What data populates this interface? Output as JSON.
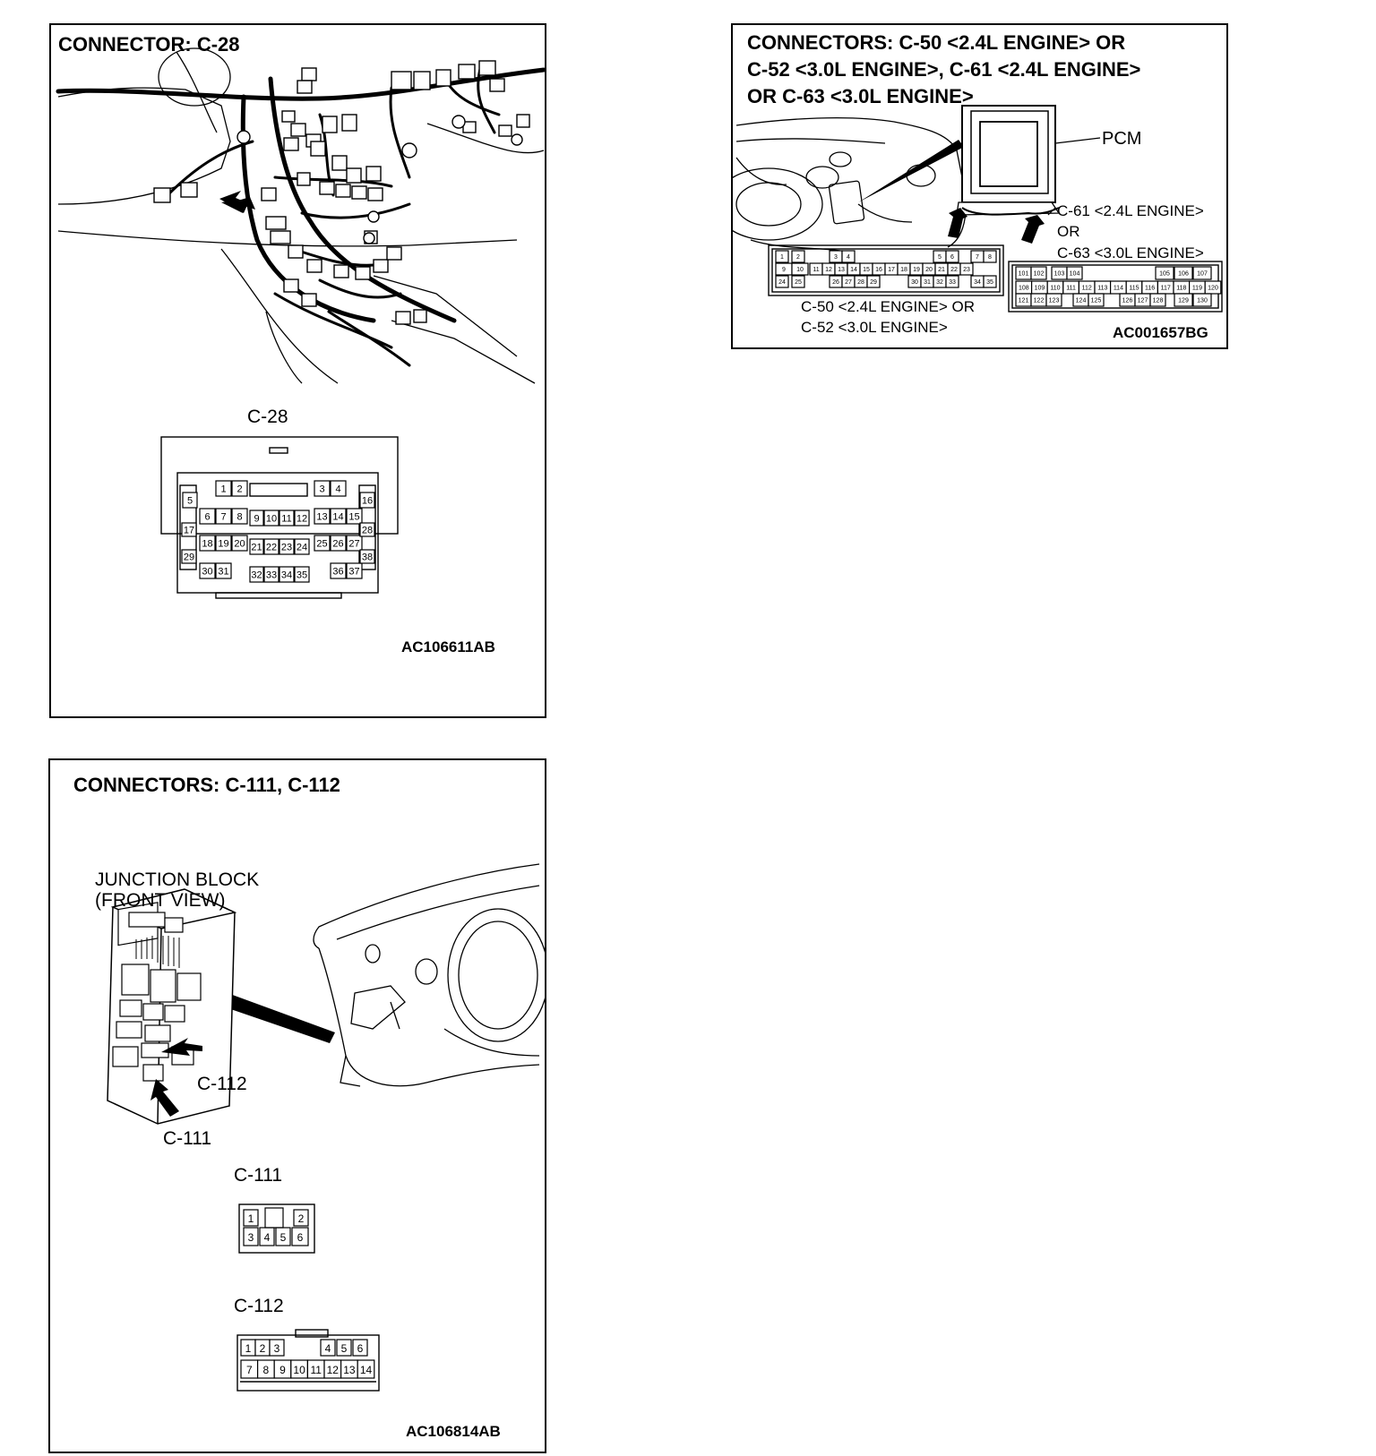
{
  "c28_panel": {
    "title": "CONNECTOR: C-28",
    "connector_label": "C-28",
    "ref_code": "AC106611AB",
    "pins": [
      "1",
      "2",
      "3",
      "4",
      "5",
      "6",
      "7",
      "8",
      "9",
      "10",
      "11",
      "12",
      "13",
      "14",
      "15",
      "16",
      "17",
      "18",
      "19",
      "20",
      "21",
      "22",
      "23",
      "24",
      "25",
      "26",
      "27",
      "28",
      "29",
      "30",
      "31",
      "32",
      "33",
      "34",
      "35",
      "36",
      "37",
      "38"
    ]
  },
  "pcm_panel": {
    "title_lines": [
      "CONNECTORS: C-50 <2.4L ENGINE> OR",
      "C-52 <3.0L ENGINE>, C-61 <2.4L ENGINE>",
      "OR C-63 <3.0L ENGINE>"
    ],
    "pcm_label": "PCM",
    "c61_lines": [
      "C-61 <2.4L ENGINE>",
      "OR",
      "C-63 <3.0L ENGINE>"
    ],
    "c50_lines": [
      "C-50 <2.4L ENGINE> OR",
      "C-52 <3.0L ENGINE>"
    ],
    "ref_code": "AC001657BG",
    "c50_pin_rows": [
      [
        "1",
        "2",
        "3",
        "4",
        "5",
        "6",
        "7",
        "8"
      ],
      [
        "9",
        "10",
        "11",
        "12",
        "13",
        "14",
        "15",
        "16",
        "17",
        "18",
        "19",
        "20",
        "21",
        "22",
        "23"
      ],
      [
        "24",
        "25",
        "26",
        "27",
        "28",
        "29",
        "30",
        "31",
        "32",
        "33",
        "34",
        "35"
      ]
    ],
    "c61_pin_rows": [
      [
        "101",
        "102",
        "103",
        "104",
        "105",
        "106",
        "107"
      ],
      [
        "108",
        "109",
        "110",
        "111",
        "112",
        "113",
        "114",
        "115",
        "116",
        "117",
        "118",
        "119",
        "120"
      ],
      [
        "121",
        "122",
        "123",
        "124",
        "125",
        "126",
        "127",
        "128",
        "129",
        "130"
      ]
    ]
  },
  "jb_panel": {
    "title": "CONNECTORS: C-111, C-112",
    "jb_label_lines": [
      "JUNCTION BLOCK",
      "(FRONT VIEW)"
    ],
    "c112_callout": "C-112",
    "c111_callout": "C-111",
    "c111_label": "C-111",
    "c112_label": "C-112",
    "ref_code": "AC106814AB",
    "c111_pins": [
      "1",
      "2",
      "3",
      "4",
      "5",
      "6"
    ],
    "c112_pins": [
      "1",
      "2",
      "3",
      "4",
      "5",
      "6",
      "7",
      "8",
      "9",
      "10",
      "11",
      "12",
      "13",
      "14"
    ]
  }
}
